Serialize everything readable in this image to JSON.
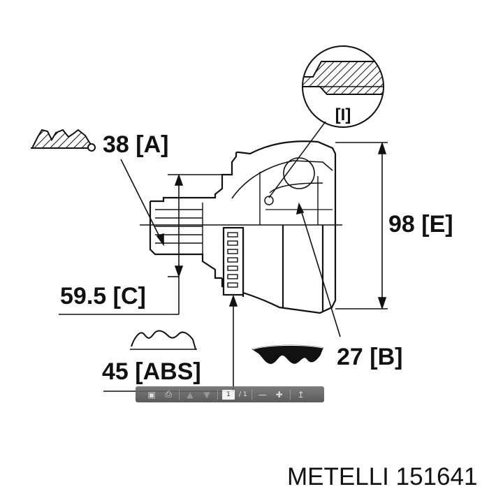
{
  "labels": {
    "detail": "[I]",
    "spline_a": "38 [A]",
    "diameter_e": "98 [E]",
    "diameter_c": "59.5 [C]",
    "spline_b": "27 [B]",
    "abs": "45 [ABS]"
  },
  "toolbar": {
    "page_current": "1",
    "page_total": "/ 1"
  },
  "caption": {
    "brand": "METELLI",
    "part_number": "151641"
  },
  "icons": [
    "save-icon",
    "print-icon",
    "prev-page-icon",
    "next-page-icon",
    "zoom-out-icon",
    "zoom-in-icon",
    "select-tool-icon"
  ]
}
